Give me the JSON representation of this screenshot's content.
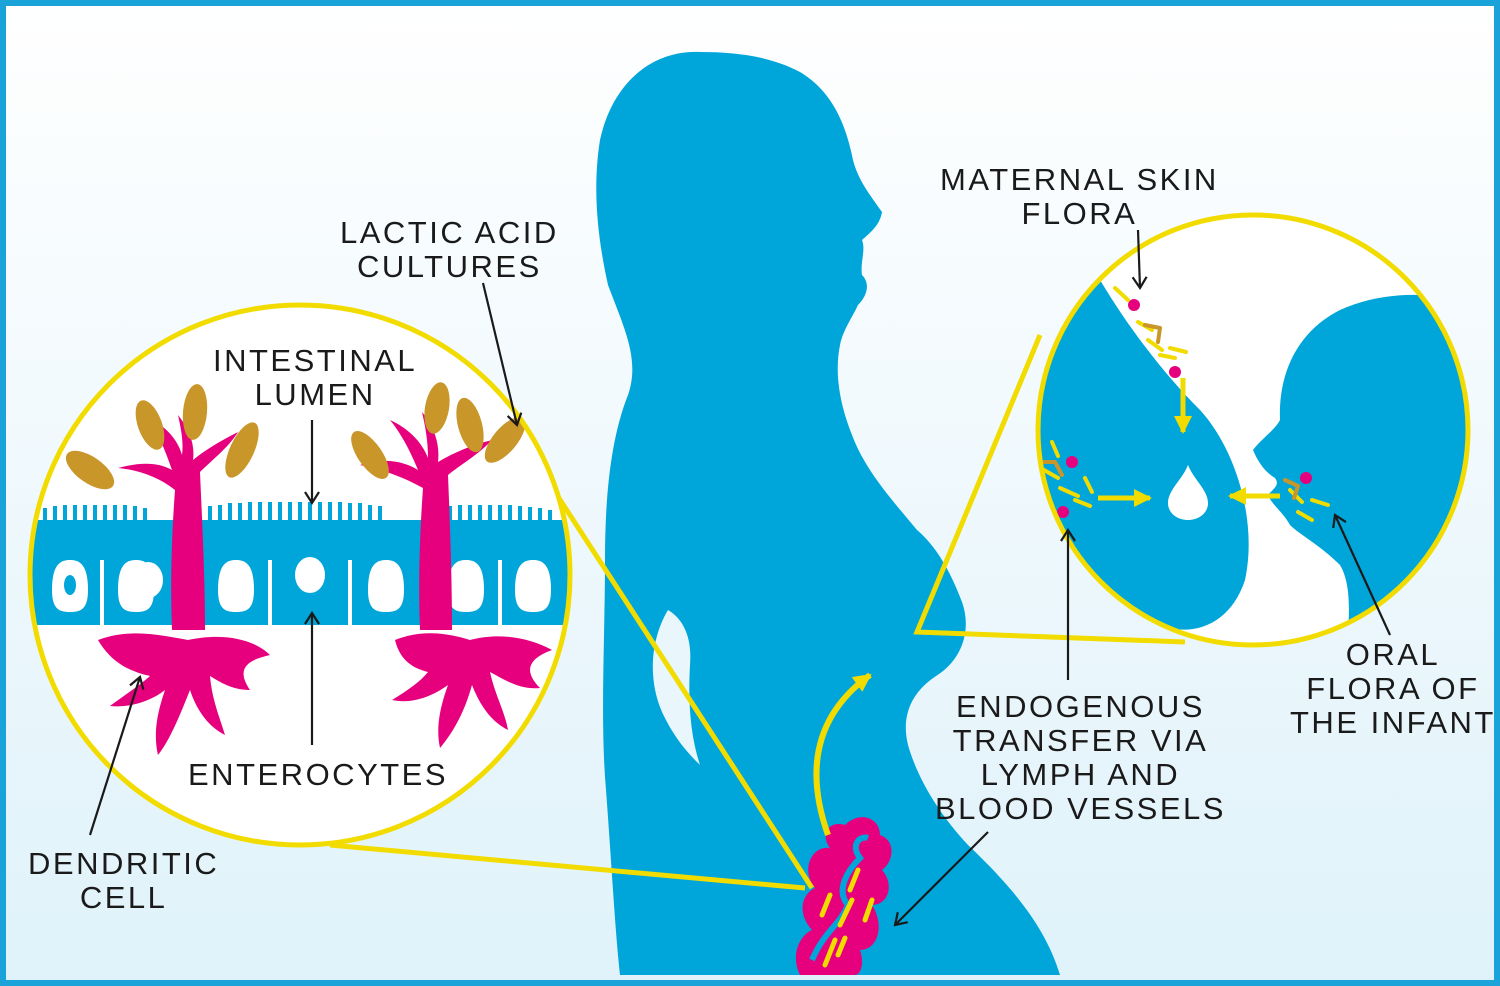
{
  "labels": {
    "lactic_acid": [
      "LACTIC ACID",
      "CULTURES"
    ],
    "intestinal_lumen": [
      "INTESTINAL",
      "LUMEN"
    ],
    "enterocytes": "ENTEROCYTES",
    "dendritic_cell": [
      "DENDRITIC",
      "CELL"
    ],
    "maternal_skin": [
      "MATERNAL SKIN",
      "FLORA"
    ],
    "endogenous": [
      "ENDOGENOUS",
      "TRANSFER VIA",
      "LYMPH AND",
      "BLOOD VESSELS"
    ],
    "oral_flora": [
      "ORAL",
      "FLORA OF",
      "THE INFANT"
    ]
  },
  "colors": {
    "border": "#1aa3d8",
    "background": "#e6f5fb",
    "silhouette": "#00a6d9",
    "magenta": "#e6007e",
    "yellow": "#f2dc00",
    "ochre": "#c9962a",
    "text": "#1a1a1a"
  }
}
